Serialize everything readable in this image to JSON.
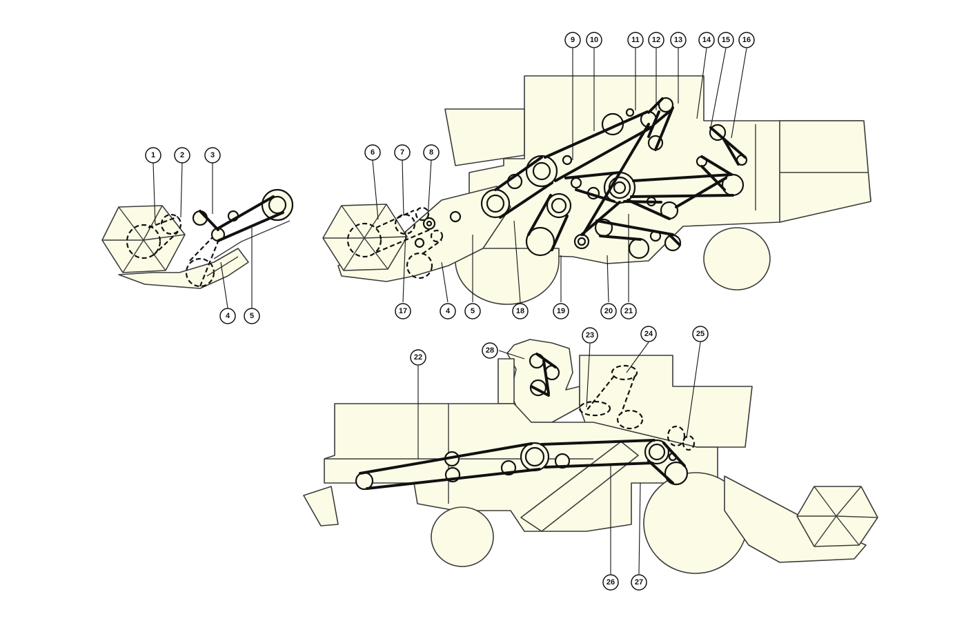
{
  "callouts": [
    "1",
    "2",
    "3",
    "4",
    "5",
    "6",
    "7",
    "8",
    "9",
    "10",
    "11",
    "12",
    "13",
    "14",
    "15",
    "16",
    "17",
    "4",
    "5",
    "18",
    "19",
    "20",
    "21",
    "22",
    "23",
    "24",
    "25",
    "26",
    "27",
    "28"
  ],
  "colors": {
    "body_fill": "#fbfbe6",
    "line": "#111111"
  }
}
